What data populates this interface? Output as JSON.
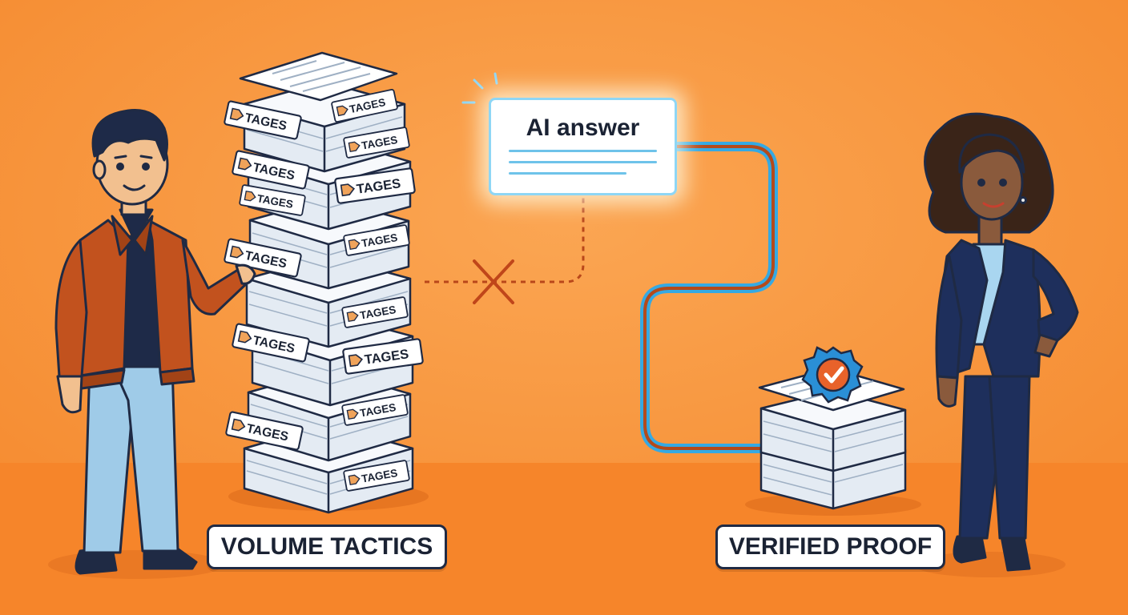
{
  "labels": {
    "volume": "VOLUME TACTICS",
    "proof": "VERIFIED PROOF"
  },
  "ai_card": {
    "title": "AI answer"
  },
  "tags": {
    "text": "TAGES",
    "count": 14
  },
  "colors": {
    "background": "#f7923a",
    "floor": "#f68a2e",
    "path_blue": "#35a9e3",
    "path_rust": "#b44a1b",
    "badge_blue": "#2a8fd6",
    "badge_orange": "#e8622a",
    "outline": "#1f2a44"
  },
  "icons": {
    "cross": "x-mark-icon",
    "badge": "check-badge-icon",
    "price_tag": "price-tag-icon"
  }
}
